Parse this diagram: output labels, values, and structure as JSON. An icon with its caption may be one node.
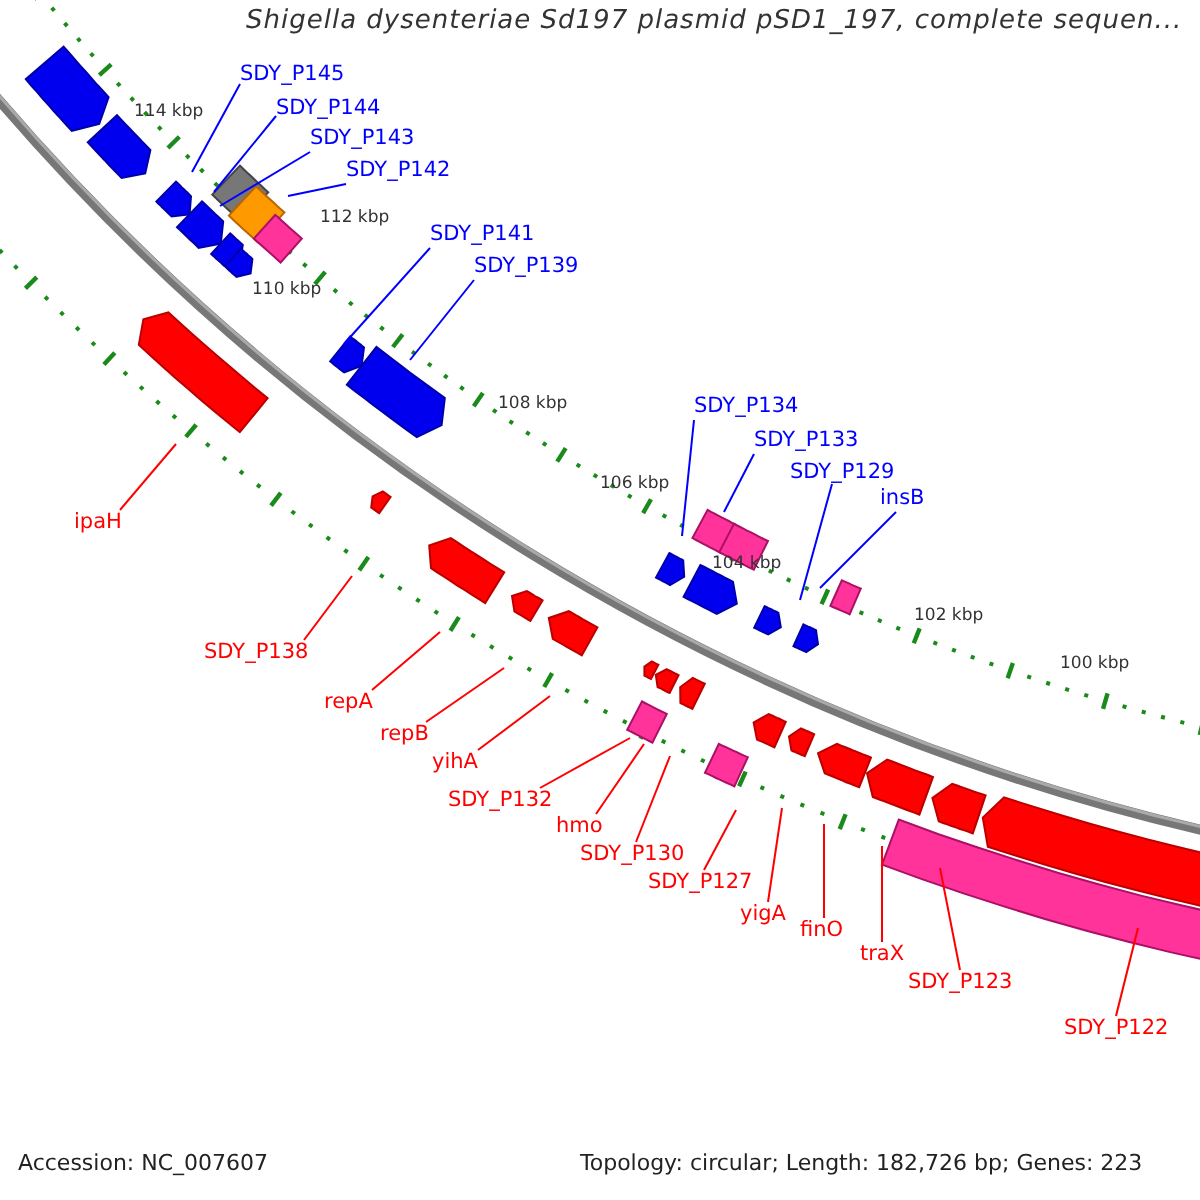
{
  "diagram": {
    "title": "Shigella dysenteriae Sd197 plasmid pSD1_197, complete sequen...",
    "nodes": [
      {
        "text": [
          "SDY_P145"
        ]
      },
      {
        "text": [
          "SDY_P144"
        ]
      },
      {
        "text": [
          "SDY_P143"
        ]
      },
      {
        "text": [
          "SDY_P142"
        ]
      },
      {
        "text": [
          "SDY_P141"
        ]
      },
      {
        "text": [
          "SDY_P139"
        ]
      },
      {
        "text": [
          "SDY_P134"
        ]
      },
      {
        "text": [
          "SDY_P133"
        ]
      },
      {
        "text": [
          "SDY_P129"
        ]
      },
      {
        "text": [
          "insB"
        ]
      },
      {
        "text": [
          "ipaH"
        ]
      },
      {
        "text": [
          "SDY_P138"
        ]
      },
      {
        "text": [
          "repA"
        ]
      },
      {
        "text": [
          "repB"
        ]
      },
      {
        "text": [
          "yihA"
        ]
      },
      {
        "text": [
          "SDY_P132"
        ]
      },
      {
        "text": [
          "hmo"
        ]
      },
      {
        "text": [
          "SDY_P130"
        ]
      },
      {
        "text": [
          "SDY_P127"
        ]
      },
      {
        "text": [
          "yigA"
        ]
      },
      {
        "text": [
          "finO"
        ]
      },
      {
        "text": [
          "traX"
        ]
      },
      {
        "text": [
          "SDY_P123"
        ]
      },
      {
        "text": [
          "SDY_P122"
        ]
      }
    ],
    "edges": [
      {
        "from": 0,
        "to": null,
        "arrow": "none",
        "color": "#0000ff"
      },
      {
        "from": 1,
        "to": null,
        "arrow": "none",
        "color": "#0000ff"
      },
      {
        "from": 2,
        "to": null,
        "arrow": "none",
        "color": "#0000ff"
      },
      {
        "from": 3,
        "to": null,
        "arrow": "none",
        "color": "#0000ff"
      },
      {
        "from": 4,
        "to": null,
        "arrow": "none",
        "color": "#0000ff"
      },
      {
        "from": 5,
        "to": null,
        "arrow": "none",
        "color": "#0000ff"
      },
      {
        "from": 6,
        "to": null,
        "arrow": "none",
        "color": "#0000ff"
      },
      {
        "from": 7,
        "to": null,
        "arrow": "none",
        "color": "#0000ff"
      },
      {
        "from": 8,
        "to": null,
        "arrow": "none",
        "color": "#0000ff"
      },
      {
        "from": 9,
        "to": null,
        "arrow": "none",
        "color": "#0000ff"
      },
      {
        "from": 10,
        "to": null,
        "arrow": "none"
      },
      {
        "from": 11,
        "to": null,
        "arrow": "none"
      },
      {
        "from": 12,
        "to": null,
        "arrow": "none"
      },
      {
        "from": 13,
        "to": null,
        "arrow": "none"
      },
      {
        "from": 14,
        "to": null,
        "arrow": "none"
      },
      {
        "from": 15,
        "to": null,
        "arrow": "none"
      },
      {
        "from": 16,
        "to": null,
        "arrow": "none"
      },
      {
        "from": 17,
        "to": null,
        "arrow": "none"
      },
      {
        "from": 18,
        "to": null,
        "arrow": "none"
      },
      {
        "from": 19,
        "to": null,
        "arrow": "none"
      },
      {
        "from": 20,
        "to": null,
        "arrow": "none"
      },
      {
        "from": 21,
        "to": null,
        "arrow": "none"
      },
      {
        "from": 22,
        "to": null,
        "arrow": "none"
      },
      {
        "from": 23,
        "to": null,
        "arrow": "none"
      }
    ],
    "labels": [
      "114 kbp",
      "112 kbp",
      "110 kbp",
      "108 kbp",
      "106 kbp",
      "104 kbp",
      "102 kbp",
      "100 kbp",
      "Accession: NC_007607",
      "Topology: circular; Length: 182,726 bp; Genes: 223"
    ]
  }
}
